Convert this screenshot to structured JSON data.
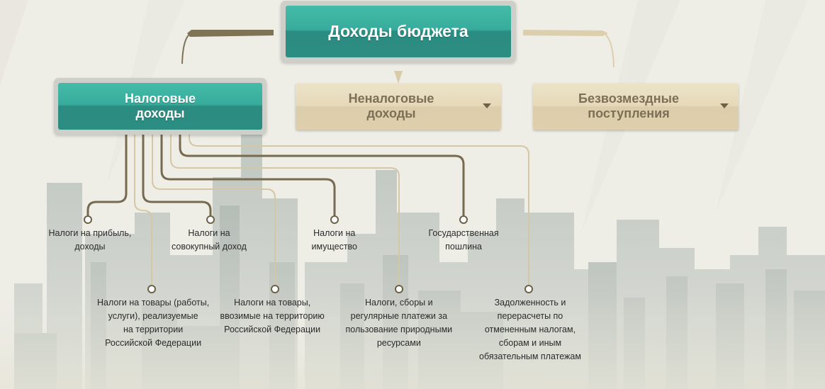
{
  "header": {
    "title": "Доходы бюджета"
  },
  "categories": [
    {
      "line1": "Налоговые",
      "line2": "доходы",
      "active": true
    },
    {
      "line1": "Неналоговые",
      "line2": "доходы",
      "active": false
    },
    {
      "line1": "Безвозмездные",
      "line2": "поступления",
      "active": false
    }
  ],
  "tax_items": [
    {
      "lines": [
        "Налоги на прибыль,",
        "доходы"
      ]
    },
    {
      "lines": [
        "Налоги на товары (работы,",
        "услуги), реализуемые",
        "на территории",
        "Российской Федерации"
      ]
    },
    {
      "lines": [
        "Налоги на",
        "совокупный доход"
      ]
    },
    {
      "lines": [
        "Налоги на товары,",
        "ввозимые на территорию",
        "Российской Федерации"
      ]
    },
    {
      "lines": [
        "Налоги на",
        "имущество"
      ]
    },
    {
      "lines": [
        "Налоги, сборы и",
        "регулярные платежи за",
        "пользование природными",
        "ресурсами"
      ]
    },
    {
      "lines": [
        "Государственная",
        "пошлина"
      ]
    },
    {
      "lines": [
        "Задолженность и",
        "перерасчеты по",
        "отмененным налогам,",
        "сборам и иным",
        "обязательным платежам"
      ]
    }
  ],
  "colors": {
    "teal": "#38ac9c",
    "beige": "#e3d6b6",
    "line_dark": "#776a50",
    "line_light": "#d4c7a5"
  }
}
